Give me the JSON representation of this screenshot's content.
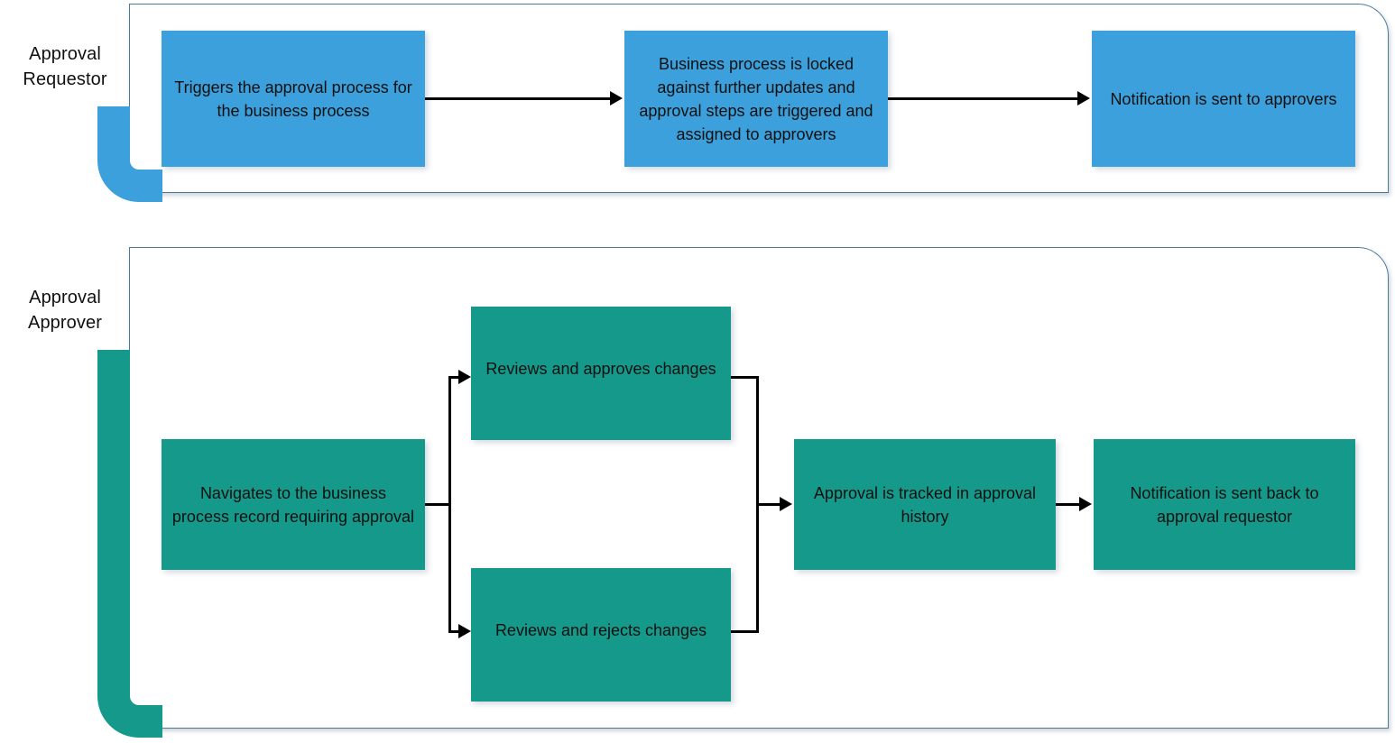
{
  "diagram": {
    "title": "Approval process swimlane flowchart",
    "colors": {
      "requestor_accent": "#3ba0db",
      "approver_accent": "#14998b",
      "lane_outline": "#4a7a9b",
      "connector": "#000000",
      "canvas": "#ffffff"
    }
  },
  "lanes": [
    {
      "id": "approval-requestor",
      "label": "Approval\nRequestor",
      "label_line1": "Approval",
      "label_line2": "Requestor",
      "accent": "#3ba0db",
      "nodes": [
        {
          "id": "trigger-approval",
          "text": "Triggers the approval process for the business process"
        },
        {
          "id": "lock-process",
          "text": "Business process is locked against further updates and approval steps are triggered and assigned to approvers"
        },
        {
          "id": "notify-approvers",
          "text": "Notification is sent to approvers"
        }
      ],
      "connections": [
        {
          "from": "trigger-approval",
          "to": "lock-process",
          "type": "arrow"
        },
        {
          "from": "lock-process",
          "to": "notify-approvers",
          "type": "arrow"
        }
      ]
    },
    {
      "id": "approval-approver",
      "label": "Approval\nApprover",
      "label_line1": "Approval",
      "label_line2": "Approver",
      "accent": "#14998b",
      "nodes": [
        {
          "id": "navigate-record",
          "text": "Navigates to the business process record requiring approval"
        },
        {
          "id": "reviews-approves",
          "text": "Reviews and approves changes"
        },
        {
          "id": "reviews-rejects",
          "text": "Reviews and rejects changes"
        },
        {
          "id": "approval-tracked",
          "text": "Approval is tracked in approval history"
        },
        {
          "id": "notify-requestor",
          "text": "Notification is sent back to approval requestor"
        }
      ],
      "connections": [
        {
          "from": "navigate-record",
          "to": "reviews-approves",
          "type": "branch-arrow"
        },
        {
          "from": "navigate-record",
          "to": "reviews-rejects",
          "type": "branch-arrow"
        },
        {
          "from": "reviews-approves",
          "to": "approval-tracked",
          "type": "merge-arrow"
        },
        {
          "from": "reviews-rejects",
          "to": "approval-tracked",
          "type": "merge-arrow"
        },
        {
          "from": "approval-tracked",
          "to": "notify-requestor",
          "type": "arrow"
        }
      ]
    }
  ]
}
